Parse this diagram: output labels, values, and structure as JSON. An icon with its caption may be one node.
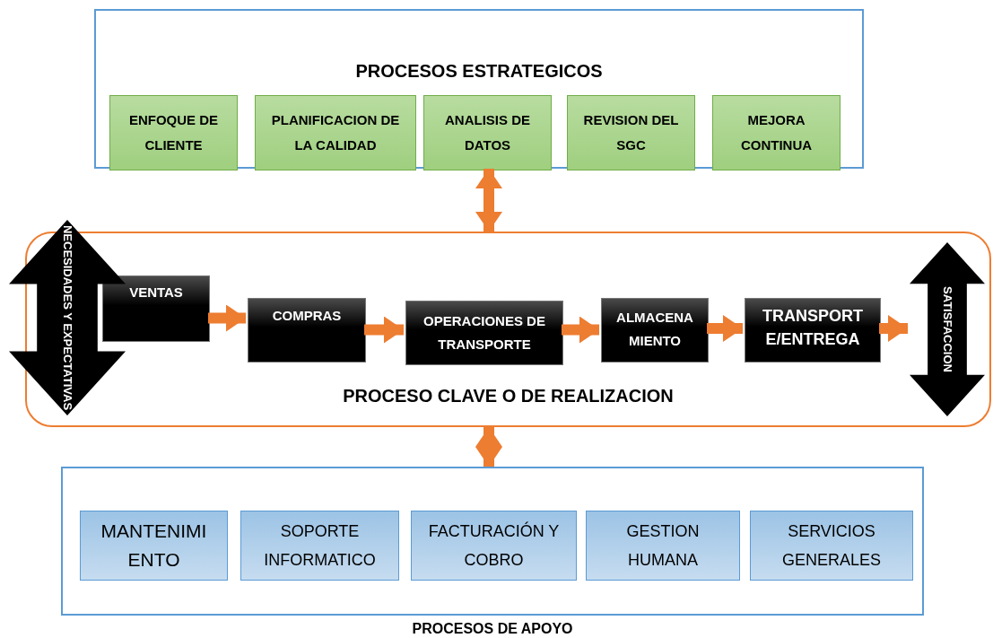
{
  "diagram": {
    "nodes": [
      {
        "text": [
          "PROCESOS ESTRATEGICOS"
        ]
      },
      {
        "text": [
          "ENFOQUE DE CLIENTE"
        ],
        "in": 0
      },
      {
        "text": [
          "PLANIFICACION DE LA CALIDAD"
        ],
        "in": 0
      },
      {
        "text": [
          "ANALISIS DE DATOS"
        ],
        "in": 0
      },
      {
        "text": [
          "REVISION DEL SGC"
        ],
        "in": 0
      },
      {
        "text": [
          "MEJORA CONTINUA"
        ],
        "in": 0
      },
      {
        "text": [
          "PROCESO CLAVE O DE REALIZACION"
        ]
      },
      {
        "text": [
          "NECESIDADES Y EXPECTATIVAS"
        ]
      },
      {
        "text": [
          "VENTAS"
        ],
        "in": 6
      },
      {
        "text": [
          "COMPRAS"
        ],
        "in": 6
      },
      {
        "text": [
          "OPERACIONES DE TRANSPORTE"
        ],
        "in": 6
      },
      {
        "text": [
          "ALMACENA MIENTO"
        ],
        "in": 6
      },
      {
        "text": [
          "TRANSPORT E/ENTREGA"
        ],
        "in": 6
      },
      {
        "text": [
          "SATISFACCION"
        ],
        "in": 6
      },
      {
        "text": [
          "PROCESOS DE APOYO"
        ]
      },
      {
        "text": [
          "MANTENIMI ENTO"
        ],
        "in": 14
      },
      {
        "text": [
          "SOPORTE INFORMATICO"
        ],
        "in": 14
      },
      {
        "text": [
          "FACTURACIÓN Y COBRO"
        ],
        "in": 14
      },
      {
        "text": [
          "GESTION HUMANA"
        ],
        "in": 14
      },
      {
        "text": [
          "SERVICIOS GENERALES"
        ],
        "in": 14
      }
    ],
    "edges": [
      {
        "from": 0,
        "to": 6,
        "arrow": "both"
      },
      {
        "from": 6,
        "to": 14,
        "arrow": "both"
      },
      {
        "from": 8,
        "to": 9,
        "arrow": "to"
      },
      {
        "from": 9,
        "to": 10,
        "arrow": "to"
      },
      {
        "from": 10,
        "to": 11,
        "arrow": "to"
      },
      {
        "from": 11,
        "to": 12,
        "arrow": "to"
      },
      {
        "from": 12,
        "to": 13,
        "arrow": "to"
      }
    ]
  }
}
